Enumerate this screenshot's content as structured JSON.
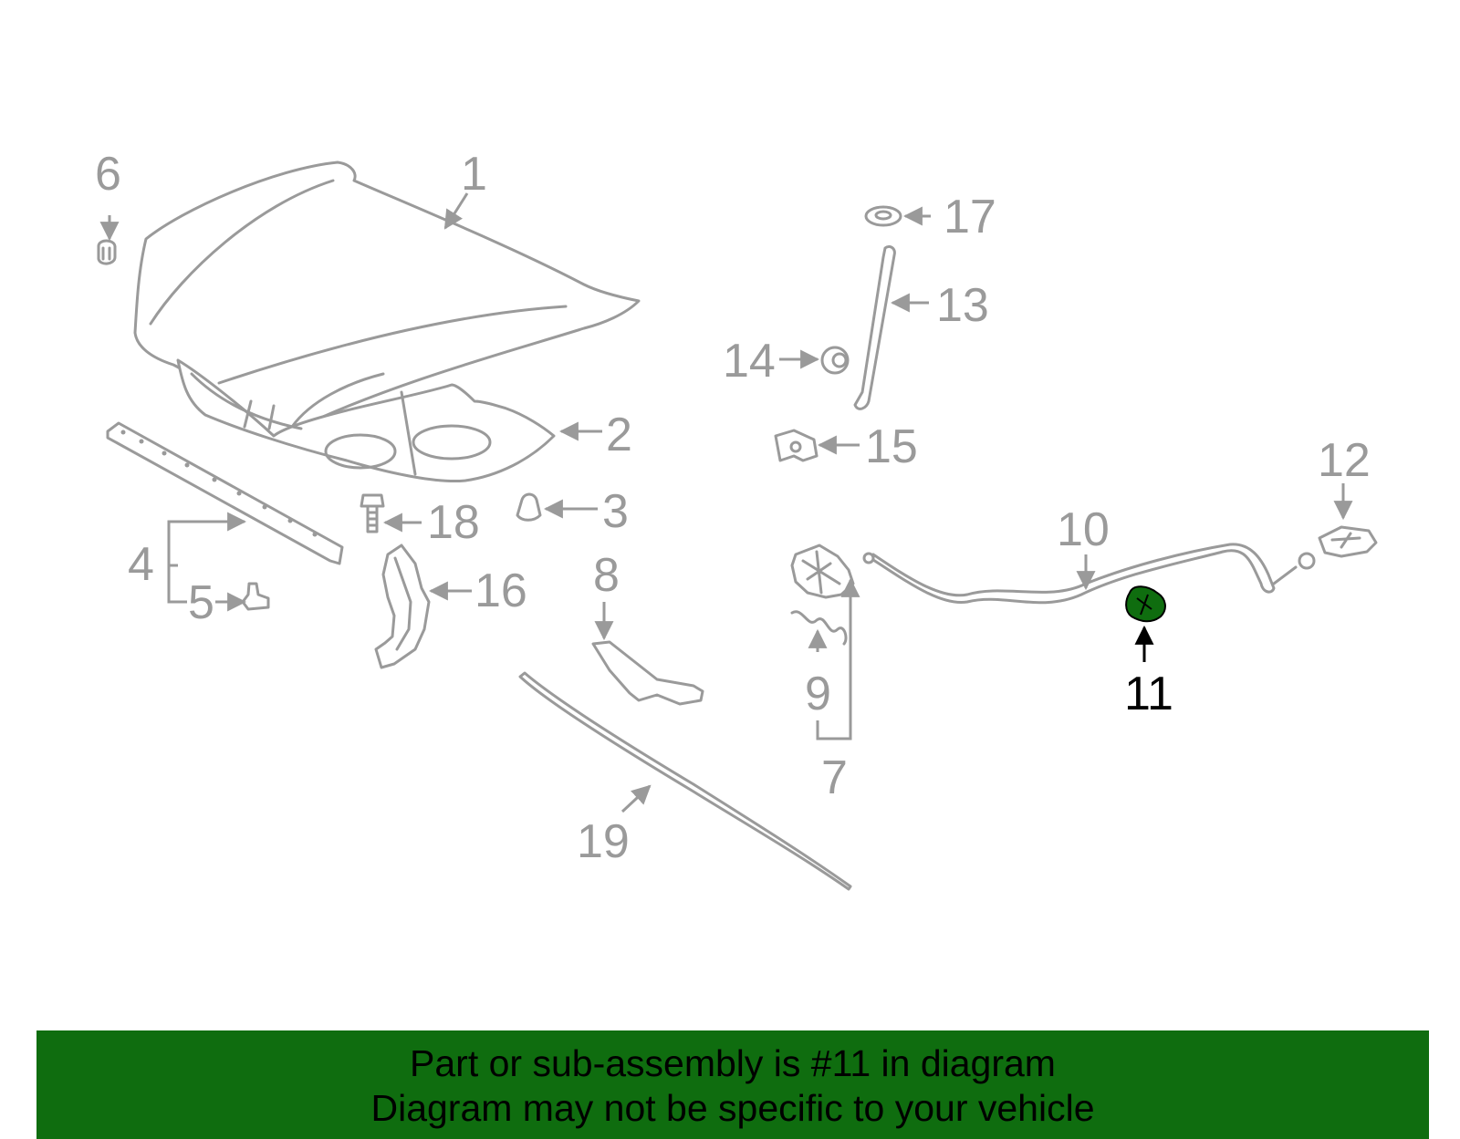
{
  "diagram": {
    "callouts": [
      {
        "id": "1",
        "label": "1"
      },
      {
        "id": "2",
        "label": "2"
      },
      {
        "id": "3",
        "label": "3"
      },
      {
        "id": "4",
        "label": "4"
      },
      {
        "id": "5",
        "label": "5"
      },
      {
        "id": "6",
        "label": "6"
      },
      {
        "id": "7",
        "label": "7"
      },
      {
        "id": "8",
        "label": "8"
      },
      {
        "id": "9",
        "label": "9"
      },
      {
        "id": "10",
        "label": "10"
      },
      {
        "id": "11",
        "label": "11",
        "highlighted": true
      },
      {
        "id": "12",
        "label": "12"
      },
      {
        "id": "13",
        "label": "13"
      },
      {
        "id": "14",
        "label": "14"
      },
      {
        "id": "15",
        "label": "15"
      },
      {
        "id": "16",
        "label": "16"
      },
      {
        "id": "17",
        "label": "17"
      },
      {
        "id": "18",
        "label": "18"
      },
      {
        "id": "19",
        "label": "19"
      }
    ],
    "colors": {
      "linework": "#9a9a9a",
      "highlight_part": "#0f6d0f",
      "highlight_label": "#000000",
      "banner_background": "#0f6d0f"
    }
  },
  "banner": {
    "line1": "Part or sub-assembly is #11 in diagram",
    "line2": "Diagram may not be specific to your vehicle"
  }
}
